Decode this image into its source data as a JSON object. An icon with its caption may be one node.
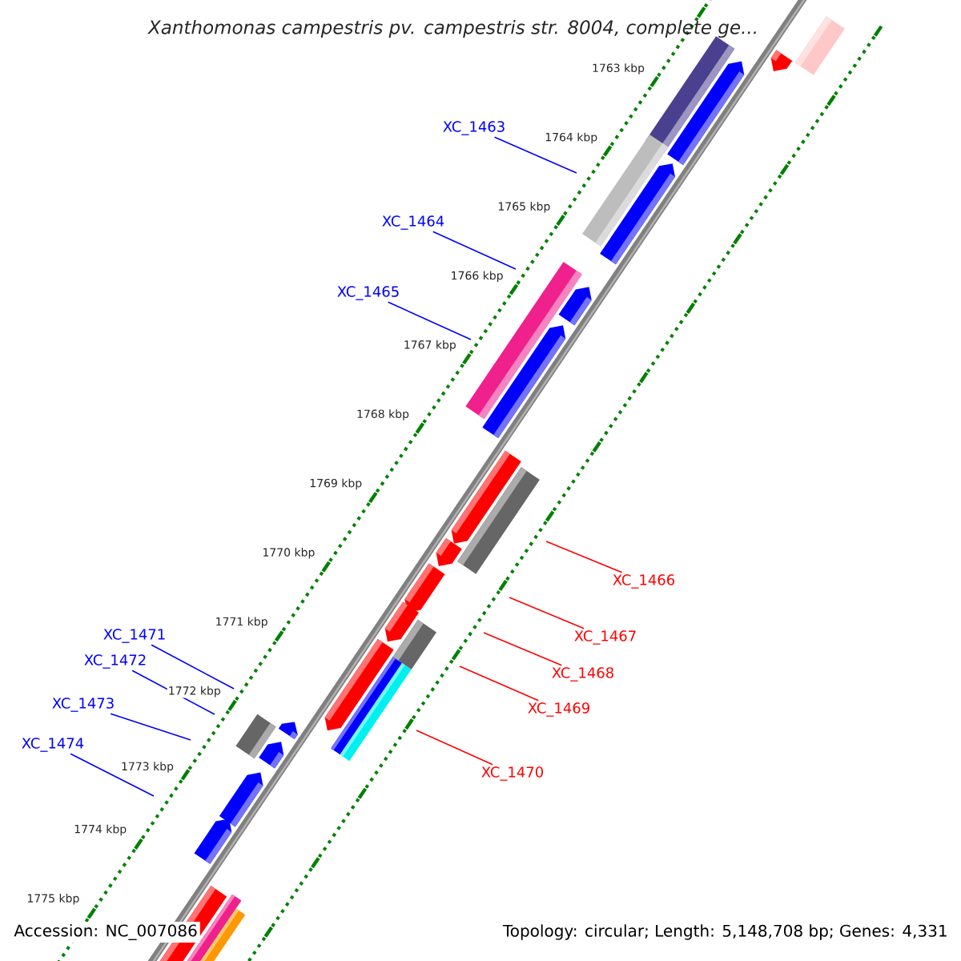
{
  "diagram": {
    "title": "Xanthomonas campestris pv. campestris str. 8004, complete ge...",
    "nodes": [
      {
        "text": [
          "XC_1463"
        ]
      },
      {
        "text": [
          "XC_1464"
        ]
      },
      {
        "text": [
          "XC_1465"
        ]
      },
      {
        "text": [
          "XC_1466"
        ]
      },
      {
        "text": [
          "XC_1467"
        ]
      },
      {
        "text": [
          "XC_1468"
        ]
      },
      {
        "text": [
          "XC_1469"
        ]
      },
      {
        "text": [
          "XC_1470"
        ]
      },
      {
        "text": [
          "XC_1471"
        ]
      },
      {
        "text": [
          "XC_1472"
        ]
      },
      {
        "text": [
          "XC_1473"
        ]
      },
      {
        "text": [
          "XC_1474"
        ]
      }
    ],
    "edges": [
      {
        "from": 0,
        "to": null,
        "arrow": "none"
      },
      {
        "from": 1,
        "to": null,
        "arrow": "none"
      },
      {
        "from": 2,
        "to": null,
        "arrow": "none"
      },
      {
        "from": 3,
        "to": null,
        "arrow": "none",
        "color": "#ff0000"
      },
      {
        "from": 4,
        "to": null,
        "arrow": "none",
        "color": "#ff0000"
      },
      {
        "from": 5,
        "to": null,
        "arrow": "none",
        "color": "#ff0000"
      },
      {
        "from": 6,
        "to": null,
        "arrow": "none",
        "color": "#ff0000"
      },
      {
        "from": 7,
        "to": null,
        "arrow": "none",
        "color": "#ff0000"
      },
      {
        "from": 8,
        "to": null,
        "arrow": "none"
      },
      {
        "from": 9,
        "to": null,
        "arrow": "none"
      },
      {
        "from": 10,
        "to": null,
        "arrow": "none"
      },
      {
        "from": 11,
        "to": null,
        "arrow": "none"
      }
    ],
    "labels": [
      "1763 kbp",
      "1764 kbp",
      "1765 kbp",
      "1766 kbp",
      "1767 kbp",
      "1768 kbp",
      "1769 kbp",
      "1770 kbp",
      "1771 kbp",
      "1772 kbp",
      "1773 kbp",
      "1774 kbp",
      "1775 kbp",
      "Accession: NC_007086",
      "Topology: circular; Length: 5,148,708 bp; Genes: 4,331"
    ]
  }
}
